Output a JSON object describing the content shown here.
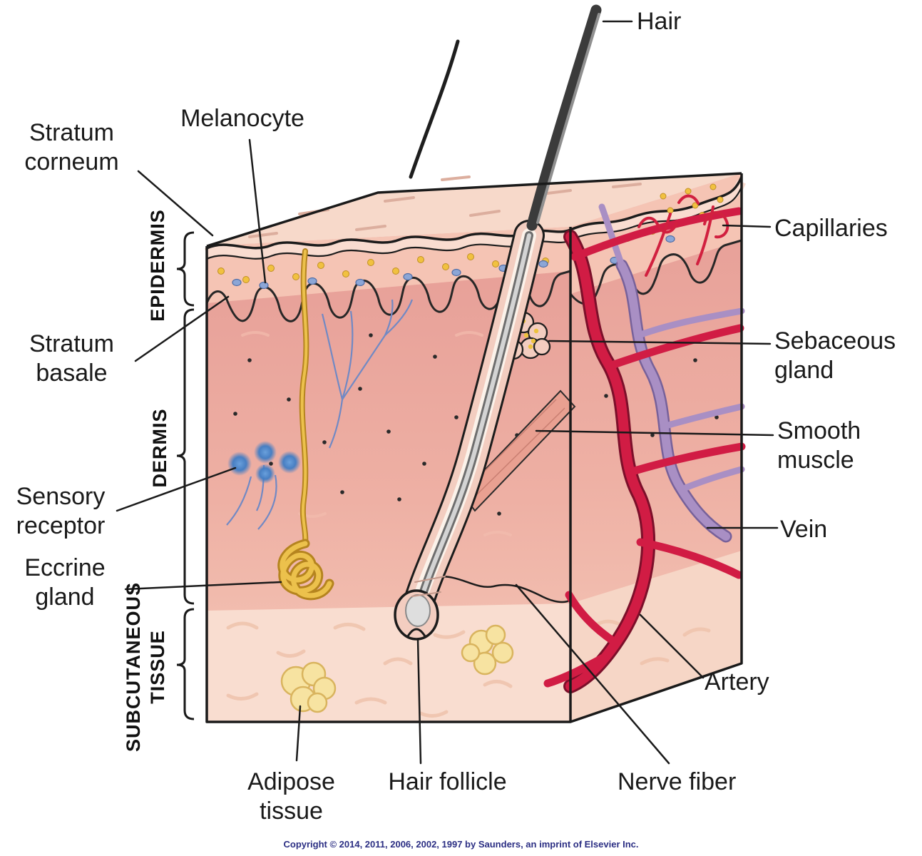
{
  "diagram": {
    "labels": {
      "hair": "Hair",
      "melanocyte": "Melanocyte",
      "stratum_corneum": "Stratum corneum",
      "stratum_basale": "Stratum basale",
      "sensory_receptor": "Sensory receptor",
      "eccrine_gland": "Eccrine gland",
      "capillaries": "Capillaries",
      "sebaceous_gland": "Sebaceous gland",
      "smooth_muscle": "Smooth muscle",
      "vein": "Vein",
      "artery": "Artery",
      "nerve_fiber": "Nerve fiber",
      "hair_follicle": "Hair follicle",
      "adipose_tissue": "Adipose tissue"
    },
    "layer_labels": {
      "epidermis": "EPIDERMIS",
      "dermis": "DERMIS",
      "subcutaneous": "SUBCUTANEOUS TISSUE"
    },
    "copyright": "Copyright © 2014, 2011, 2006, 2002, 1997 by Saunders, an imprint of Elsevier Inc.",
    "colors": {
      "background": "#ffffff",
      "label_text": "#1a1a1a",
      "copyright_text": "#2b2e83",
      "skin_top": "#f7d9ca",
      "epidermis": "#f5c4b4",
      "stratum_corneum_band": "#f9dcd0",
      "dermis_dark": "#e69d96",
      "dermis_light": "#f5c8b8",
      "subcutaneous": "#f9ddd0",
      "artery_red": "#d11c44",
      "vein_purple": "#a98fc4",
      "gland_yellow": "#ecc14c",
      "adipose_yellow": "#f7e3a1",
      "receptor_blue": "#4a86c8",
      "nerve_blue": "#7189c4",
      "hair_dark": "#3b3b3b",
      "outline": "#1a1a1a"
    }
  }
}
